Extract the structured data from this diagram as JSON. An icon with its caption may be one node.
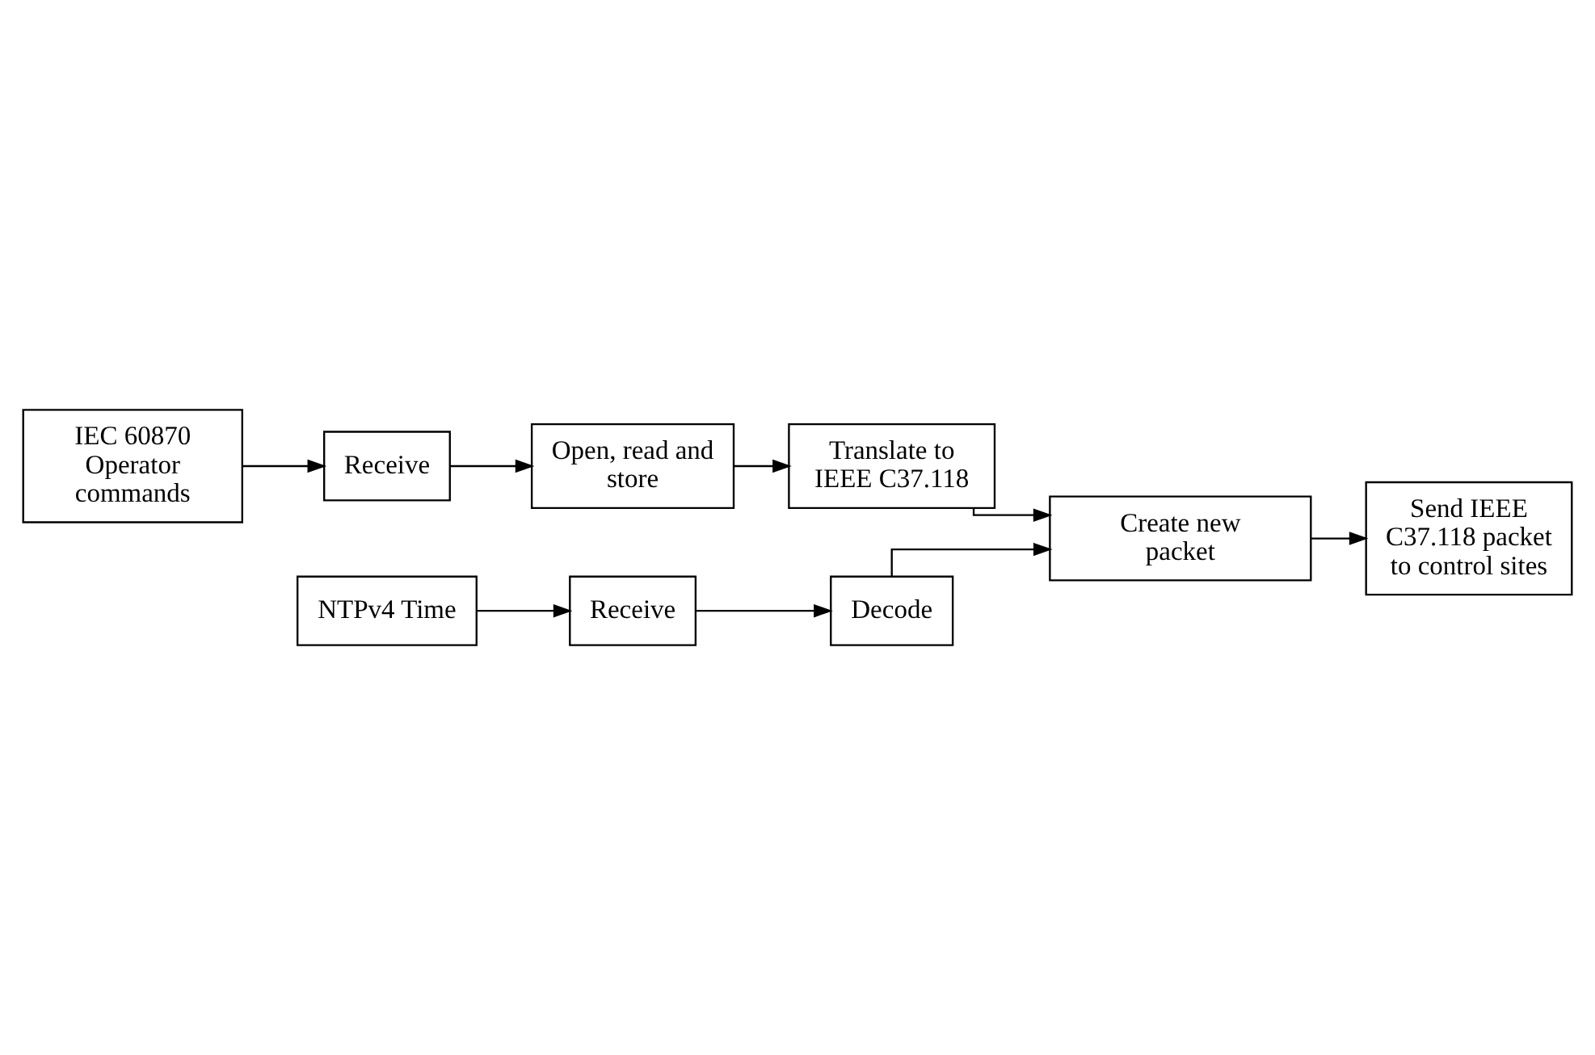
{
  "diagram": {
    "nodes": [
      {
        "text": [
          "IEC 60870 Operator commands"
        ]
      },
      {
        "text": [
          "Receive"
        ]
      },
      {
        "text": [
          "Open, read and store"
        ]
      },
      {
        "text": [
          "Translate to IEEE C37.118"
        ]
      },
      {
        "text": [
          "NTPv4 Time"
        ]
      },
      {
        "text": [
          "Receive"
        ]
      },
      {
        "text": [
          "Decode"
        ]
      },
      {
        "text": [
          "Create new packet"
        ]
      },
      {
        "text": [
          "Send IEEE C37.118 packet to control sites"
        ]
      }
    ],
    "edges": [
      {
        "from": 0,
        "to": 1,
        "arrow": "to"
      },
      {
        "from": 1,
        "to": 2,
        "arrow": "to"
      },
      {
        "from": 2,
        "to": 3,
        "arrow": "to"
      },
      {
        "from": 3,
        "to": 7,
        "arrow": "to"
      },
      {
        "from": 4,
        "to": 5,
        "arrow": "to"
      },
      {
        "from": 5,
        "to": 6,
        "arrow": "to"
      },
      {
        "from": 6,
        "to": 7,
        "arrow": "to"
      },
      {
        "from": 7,
        "to": 8,
        "arrow": "to"
      }
    ]
  }
}
